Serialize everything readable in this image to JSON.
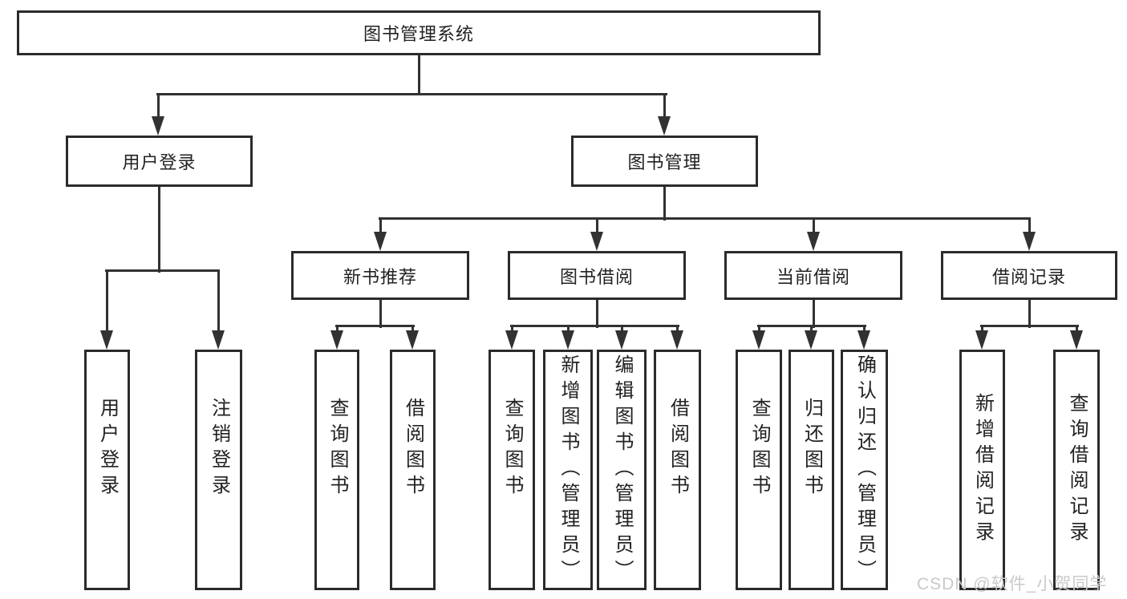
{
  "diagram": {
    "title": "图书管理系统",
    "level1": [
      {
        "label": "用户登录",
        "children": [
          "用户登录",
          "注销登录"
        ]
      },
      {
        "label": "图书管理"
      }
    ],
    "level2": [
      {
        "label": "新书推荐",
        "children": [
          "查询图书",
          "借阅图书"
        ]
      },
      {
        "label": "图书借阅",
        "children": [
          "查询图书",
          "新增图书（管理员）",
          "编辑图书（管理员）",
          "借阅图书"
        ]
      },
      {
        "label": "当前借阅",
        "children": [
          "查询图书",
          "归还图书",
          "确认归还（管理员）"
        ]
      },
      {
        "label": "借阅记录",
        "children": [
          "新增借阅记录",
          "查询借阅记录"
        ]
      }
    ]
  },
  "watermark": "CSDN @软件_小贺同学",
  "colors": {
    "line": "#323232",
    "box_border": "#2b2b2b",
    "text": "#222222",
    "watermark_text": "#c9c9c9",
    "background": "#ffffff"
  }
}
